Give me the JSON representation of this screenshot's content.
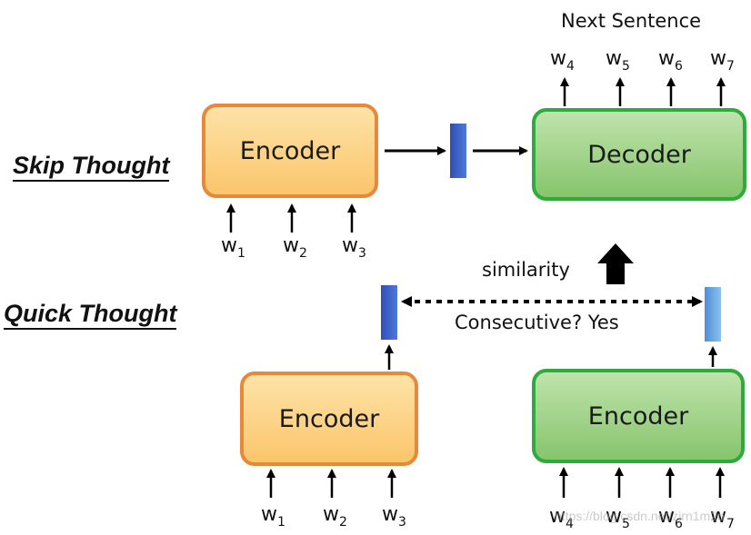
{
  "labels": {
    "skip_thought": "Skip Thought",
    "quick_thought": "Quick Thought",
    "next_sentence": "Next Sentence",
    "similarity": "similarity",
    "consecutive": "Consecutive?  Yes"
  },
  "boxes": {
    "skip_encoder": "Encoder",
    "skip_decoder": "Decoder",
    "quick_encoder_left": "Encoder",
    "quick_encoder_right": "Encoder"
  },
  "words": {
    "skip_inputs": [
      {
        "base": "w",
        "sub": "1"
      },
      {
        "base": "w",
        "sub": "2"
      },
      {
        "base": "w",
        "sub": "3"
      }
    ],
    "skip_outputs": [
      {
        "base": "w",
        "sub": "4"
      },
      {
        "base": "w",
        "sub": "5"
      },
      {
        "base": "w",
        "sub": "6"
      },
      {
        "base": "w",
        "sub": "7"
      }
    ],
    "quick_left_inputs": [
      {
        "base": "w",
        "sub": "1"
      },
      {
        "base": "w",
        "sub": "2"
      },
      {
        "base": "w",
        "sub": "3"
      }
    ],
    "quick_right_inputs": [
      {
        "base": "w",
        "sub": "4"
      },
      {
        "base": "w",
        "sub": "5"
      },
      {
        "base": "w",
        "sub": "6"
      },
      {
        "base": "w",
        "sub": "7"
      }
    ]
  },
  "watermark": "https://blog.csdn.net/zjrn1m2o"
}
